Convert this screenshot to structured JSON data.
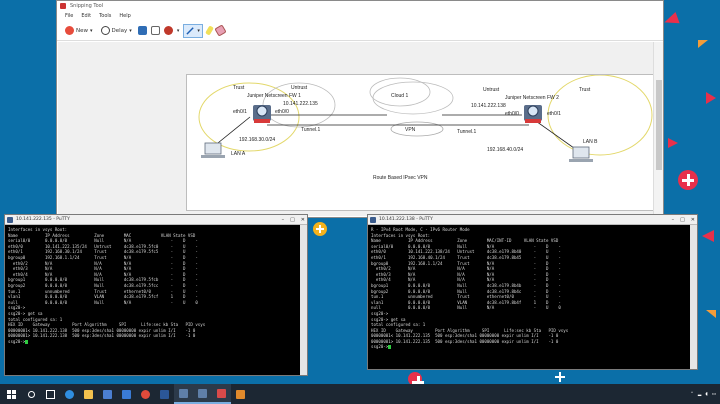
{
  "colors": {
    "desktop": "#0b6fa8",
    "accent_red": "#e8304b",
    "accent_yellow": "#f5b21b",
    "terminal_text": "#d7d7d7",
    "terminal_cursor": "#2ecc40"
  },
  "snipping_tool": {
    "title": "Snipping Tool",
    "menu": [
      "File",
      "Edit",
      "Tools",
      "Help"
    ],
    "toolbar": {
      "new_label": "New",
      "delay_label": "Delay"
    },
    "diagram": {
      "trust_left": "Trust",
      "untrust_left": "Untrust",
      "fw1_label": "Juniper Netscreen FW 1",
      "fw1_ip": "10.141.222.135",
      "fw1_eth1": "eth0/1",
      "fw1_eth0": "eth0/0",
      "cloud": "Cloud 1",
      "untrust_right": "Untrust",
      "trust_right": "Trust",
      "fw2_label": "Juniper Netscreen FW 2",
      "fw2_ip": "10.141.222.138",
      "fw2_eth0": "eth0/0",
      "fw2_eth1": "eth0/1",
      "tunnel_left": "Tunnel.1",
      "vpn": "VPN",
      "tunnel_right": "Tunnel.1",
      "lan_a_subnet": "192.168.30.0/24",
      "lan_a": "LAN A",
      "lan_b_subnet": "192.168.40.0/24",
      "lan_b": "LAN B",
      "caption": "Route Based IPsec VPN"
    }
  },
  "putty_left": {
    "title": "10.141.222.135 - PuTTY",
    "lines": [
      "Interfaces in vsys Root:",
      "Name           IP Address          Zone        MAC            VLAN State VSD",
      "serial0/0      0.0.0.0/0           Null        N/A                -    D    -",
      "eth0/0         10.141.222.135/24   Untrust     dc38.e179.5fc0     -    U    -",
      "eth0/1         192.168.30.1/24     Trust       dc38.e179.5fc5     -    U    -",
      "bgroup0        192.168.1.1/24      Trust       N/A                -    D    -",
      "  eth0/2       N/A                 N/A         N/A                -    D    -",
      "  eth0/3       N/A                 N/A         N/A                -    D    -",
      "  eth0/4       N/A                 N/A         N/A                -    D    -",
      "bgroup1        0.0.0.0/0           Null        dc38.e179.5fcb     -    D    -",
      "bgroup2        0.0.0.0/0           Null        dc38.e179.5fcc     -    D    -",
      "tun.1          unnumbered          Trust       ethernet0/0        -    U    -",
      "vlan1          0.0.0.0/0           VLAN        dc38.e179.5fcf     1    D    -",
      "null           0.0.0.0/0           Null        N/A                -    U    0",
      "ssg20->",
      "ssg20-> get sa",
      "total configured sa: 1",
      "HEX ID    Gateway         Port Algorithm     SPI      Life:sec kb Sta   PID vsys",
      "00000001< 10.141.222.138  500 esp:3des/sha1 00000000 expir unlim I/I    -1 0",
      "00000001> 10.141.222.138  500 esp:3des/sha1 00000000 expir unlim I/I    -1 0",
      "ssg20->"
    ]
  },
  "putty_right": {
    "title": "10.141.222.138 - PuTTY",
    "lines": [
      "R - IPv4 Root Mode, C - IPv6 Router Mode",
      "Interfaces in vsys Root:",
      "Name           IP Address          Zone        MAC/INT-ID     VLAN State VSD",
      "serial0/0      0.0.0.0/0           Null        N/A                -    D    -",
      "eth0/0         10.141.222.138/24   Untrust     dc38.e179.8b40     -    U    -",
      "eth0/1         192.168.40.1/24     Trust       dc38.e179.8b45     -    U    -",
      "bgroup0        192.168.1.1/24      Trust       N/A                -    D    -",
      "  eth0/2       N/A                 N/A         N/A                -    D    -",
      "  eth0/3       N/A                 N/A         N/A                -    D    -",
      "  eth0/4       N/A                 N/A         N/A                -    D    -",
      "bgroup1        0.0.0.0/0           Null        dc38.e179.8b4b     -    D    -",
      "bgroup2        0.0.0.0/0           Null        dc38.e179.8b4c     -    D    -",
      "tun.1          unnumbered          Trust       ethernet0/0        -    U    -",
      "vlan1          0.0.0.0/0           VLAN        dc38.e179.8b4f     1    D    -",
      "null           0.0.0.0/0           Null        N/A                -    U    0",
      "ssg20->",
      "ssg20-> get sa",
      "total configured sa: 1",
      "HEX ID    Gateway         Port Algorithm     SPI      Life:sec kb Sta   PID vsys",
      "00000001< 10.141.222.135  500 esp:3des/sha1 00000000 expir unlim I/I    -1 0",
      "00000001> 10.141.222.135  500 esp:3des/sha1 00000000 expir unlim I/I    -1 0",
      "ssg20->"
    ]
  },
  "taskbar": {
    "icons": [
      "search-icon",
      "task-view-icon",
      "edge-icon",
      "explorer-icon",
      "store-icon",
      "mail-icon",
      "chrome-icon",
      "word-icon",
      "putty-icon",
      "putty-icon",
      "snipping-icon",
      "paint-icon"
    ]
  }
}
